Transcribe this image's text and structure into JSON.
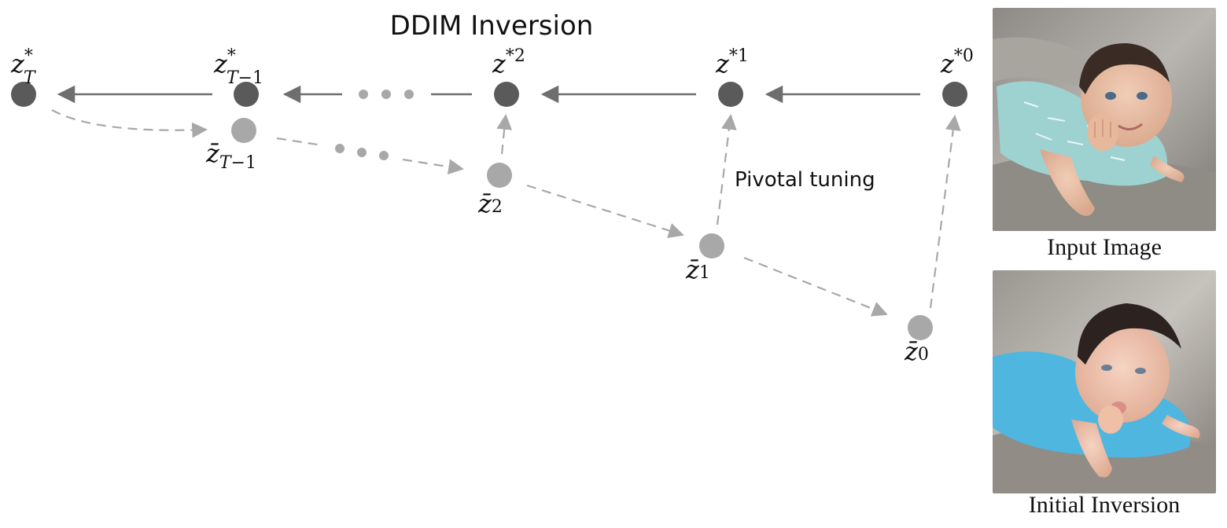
{
  "title": "DDIM Inversion",
  "annotation": "Pivotal tuning",
  "nodes_top": [
    {
      "id": "zT",
      "base": "z",
      "sup": "*",
      "sub": "T",
      "subnum": ""
    },
    {
      "id": "zTm1",
      "base": "z",
      "sup": "*",
      "sub": "T",
      "subnum": "−1"
    },
    {
      "id": "z2",
      "base": "z",
      "sup": "*",
      "sub": "",
      "subnum": "2"
    },
    {
      "id": "z1",
      "base": "z",
      "sup": "*",
      "sub": "",
      "subnum": "1"
    },
    {
      "id": "z0",
      "base": "z",
      "sup": "*",
      "sub": "",
      "subnum": "0"
    }
  ],
  "nodes_bottom": [
    {
      "id": "zbTm1",
      "base": "z̄",
      "sub": "T",
      "subnum": "−1"
    },
    {
      "id": "zb2",
      "base": "z̄",
      "sub": "",
      "subnum": "2"
    },
    {
      "id": "zb1",
      "base": "z̄",
      "sub": "",
      "subnum": "1"
    },
    {
      "id": "zb0",
      "base": "z̄",
      "sub": "",
      "subnum": "0"
    }
  ],
  "images": [
    {
      "caption": "Input Image"
    },
    {
      "caption": "Initial Inversion"
    }
  ],
  "colors": {
    "dark_node": "#5a5a5a",
    "light_node": "#a8a8a8",
    "solid_arrow": "#6e6e6e",
    "dashed_arrow": "#a8a8a8"
  }
}
